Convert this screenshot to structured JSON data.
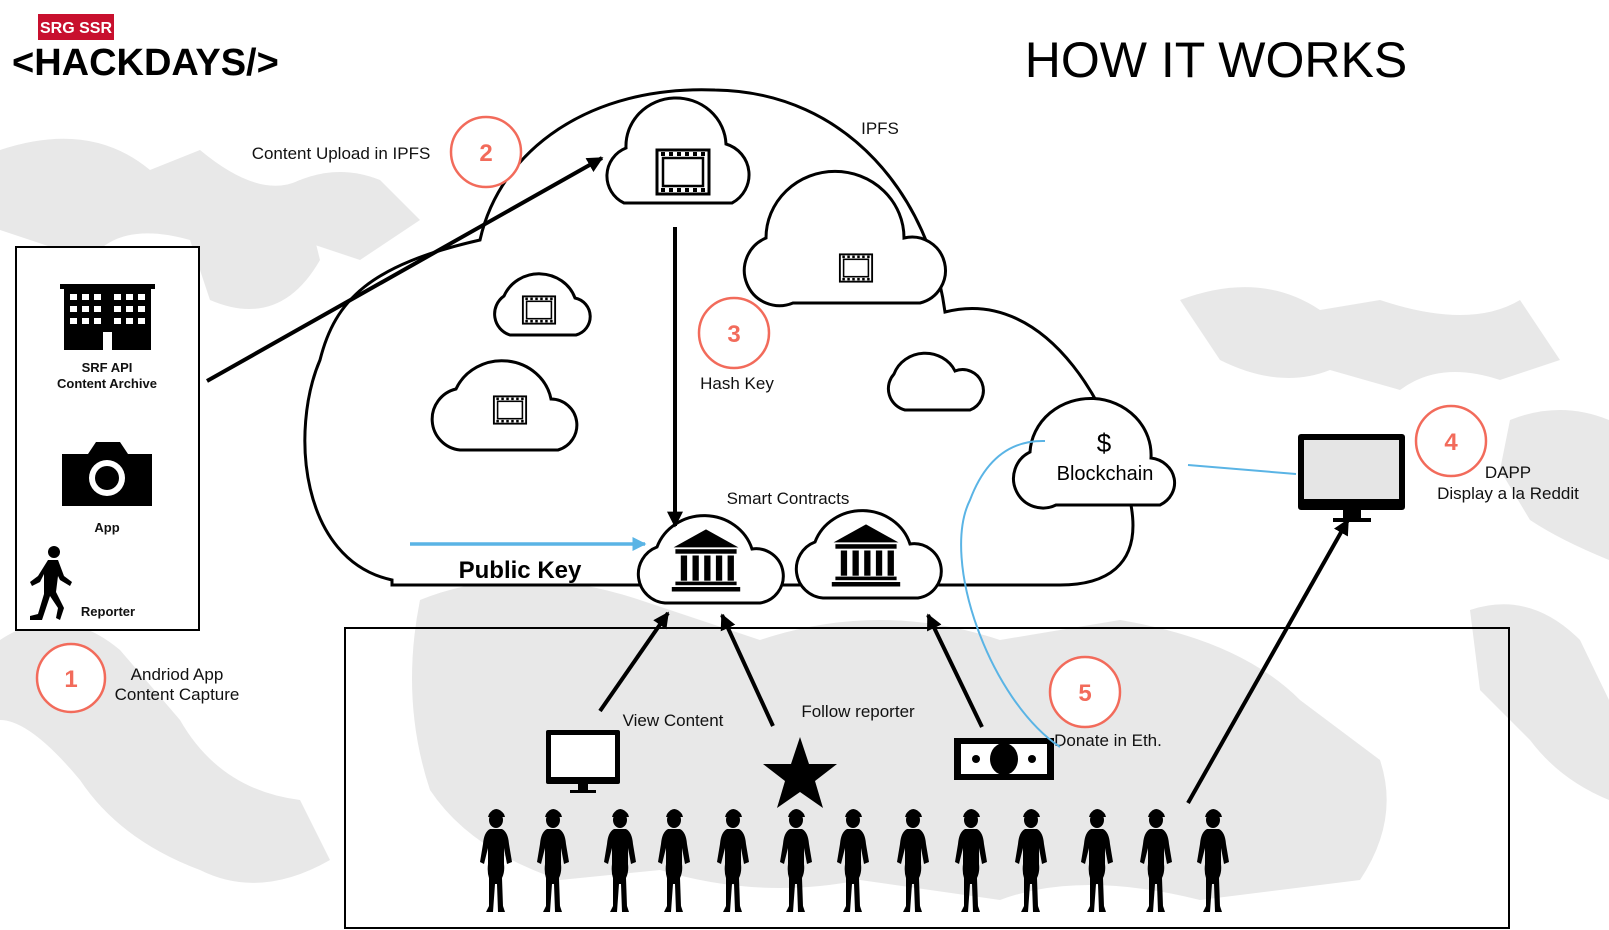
{
  "brand": {
    "badge": "SRG SSR",
    "name": "<HACKDAYS/>",
    "badge_color": "#c8102e"
  },
  "title": "HOW IT WORKS",
  "accent_color": "#f26b5b",
  "link_color": "#5ab4e5",
  "source_box": {
    "archive_line1": "SRF API",
    "archive_line2": "Content Archive",
    "app_label": "App",
    "reporter_label": "Reporter"
  },
  "cloud": {
    "ipfs_label": "IPFS",
    "smart_contracts_label": "Smart Contracts",
    "public_key_label": "Public Key",
    "blockchain_symbol": "$",
    "blockchain_label": "Blockchain"
  },
  "steps": [
    {
      "number": "1",
      "line1": "Andriod App",
      "line2": "Content Capture"
    },
    {
      "number": "2",
      "line1": "Content Upload in IPFS",
      "line2": ""
    },
    {
      "number": "3",
      "line1": "Hash Key",
      "line2": ""
    },
    {
      "number": "4",
      "line1": "DAPP",
      "line2": "Display a la Reddit"
    },
    {
      "number": "5",
      "line1": "Donate in Eth.",
      "line2": ""
    }
  ],
  "users": {
    "view_content_label": "View Content",
    "follow_reporter_label": "Follow reporter",
    "donate_label": "Donate in Eth."
  },
  "icons": [
    "building-icon",
    "camera-icon",
    "walking-person-icon",
    "film-icon",
    "bank-icon",
    "monitor-icon",
    "star-icon",
    "banknote-icon",
    "person-silhouette-icon"
  ]
}
